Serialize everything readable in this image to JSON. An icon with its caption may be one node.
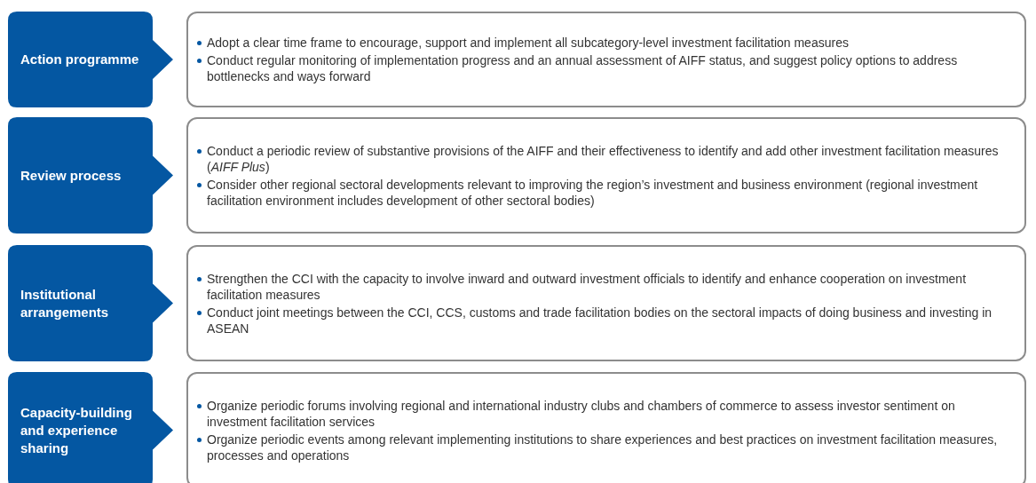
{
  "diagram": {
    "nodes": [
      {
        "text": [
          "Action programme"
        ]
      },
      {
        "text": [
          "Adopt a clear time frame to encourage, support and implement all subcategory-level investment facilitation measures",
          "Conduct regular monitoring of implementation progress and an annual assessment of AIFF status, and suggest policy options to address bottlenecks and ways forward"
        ]
      },
      {
        "text": [
          "Review process"
        ]
      },
      {
        "text": [
          "Conduct a periodic review of substantive provisions of the AIFF and their effectiveness to identify and add other investment facilitation measures (*AIFF Plus*)",
          "Consider other regional sectoral developments relevant to improving the region’s investment and business environment (regional investment facilitation environment includes development of other sectoral bodies)"
        ]
      },
      {
        "text": [
          "Institutional arrangements"
        ]
      },
      {
        "text": [
          "Strengthen the CCI with the capacity to involve inward and outward investment officials to identify and enhance cooperation on investment facilitation measures",
          "Conduct joint meetings between the CCI, CCS, customs and trade facilitation bodies on the sectoral impacts of doing business and investing in ASEAN"
        ]
      },
      {
        "text": [
          "Capacity-building and experience sharing"
        ]
      },
      {
        "text": [
          "Organize periodic forums involving regional and international industry clubs and chambers of commerce to assess investor sentiment on investment facilitation services",
          "Organize periodic events among relevant implementing institutions to share experiences and best practices on investment facilitation measures, processes and operations"
        ]
      }
    ],
    "edges": []
  }
}
